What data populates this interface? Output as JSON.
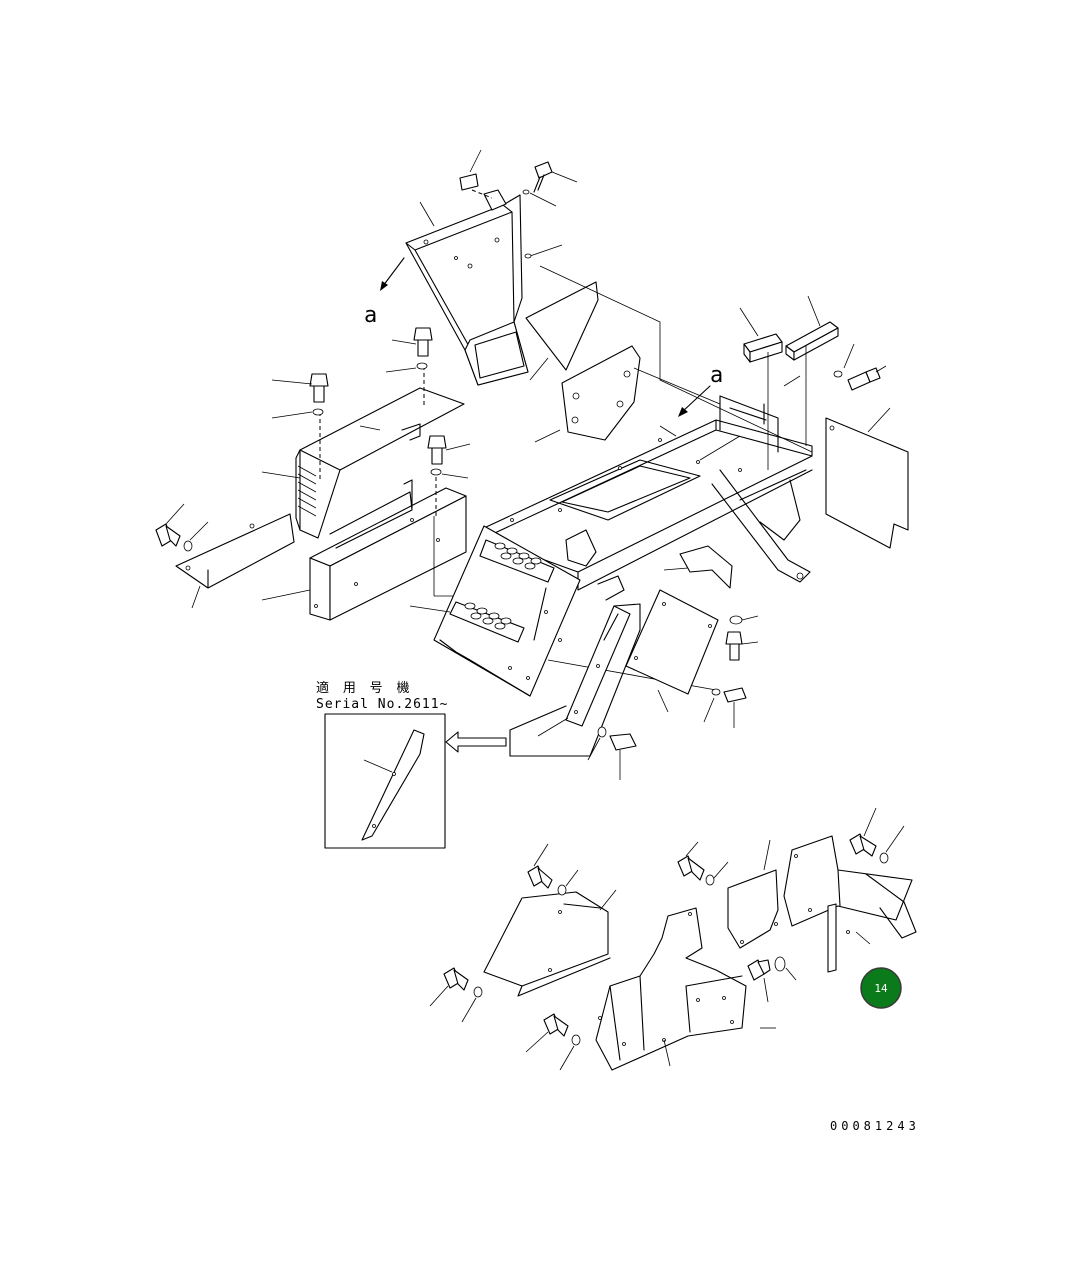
{
  "view_markers": {
    "upper": "a",
    "right": "a"
  },
  "serial_note": {
    "line1": "適 用 号 機",
    "line2": "Serial No.2611~"
  },
  "page_badge": {
    "number": "14",
    "color": "#0a7a1a"
  },
  "document_number": "00081243"
}
